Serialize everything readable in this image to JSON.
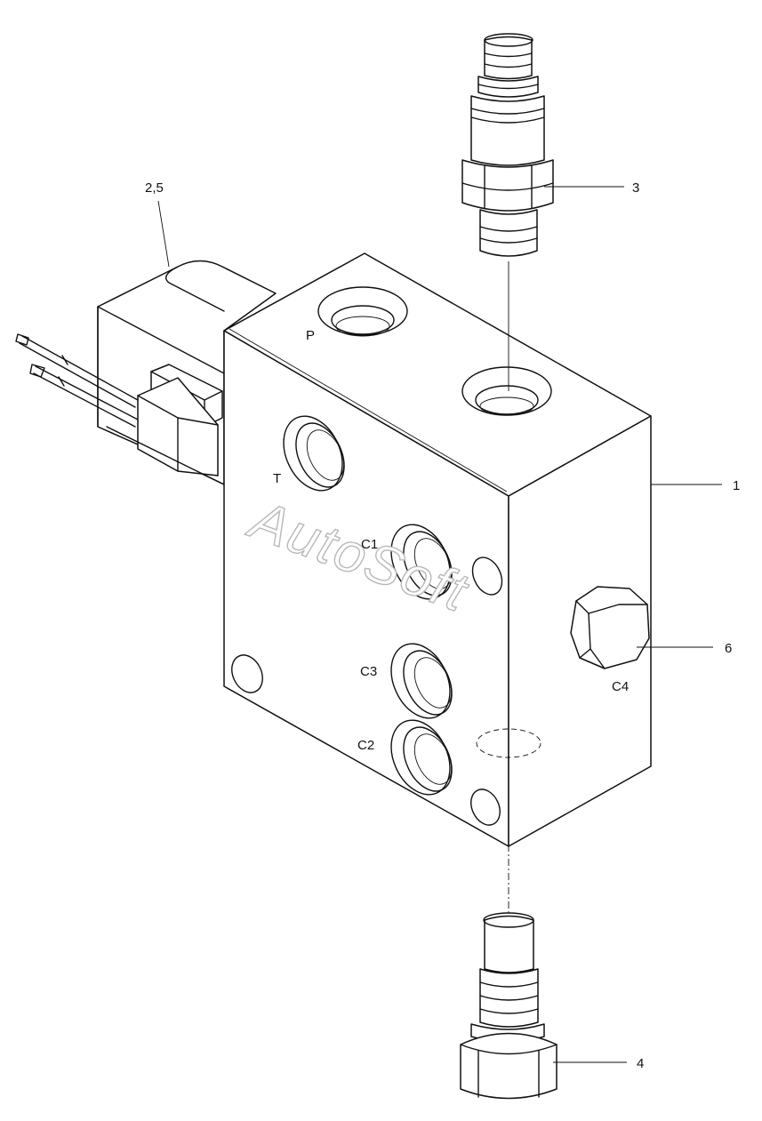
{
  "labels": {
    "ref_1": "1",
    "ref_2_5": "2,5",
    "ref_3": "3",
    "ref_4": "4",
    "ref_6": "6"
  },
  "ports": {
    "p": "P",
    "t": "T",
    "c1": "C1",
    "c2": "C2",
    "c3": "C3",
    "c4": "C4"
  },
  "watermark": "AutoSoft"
}
